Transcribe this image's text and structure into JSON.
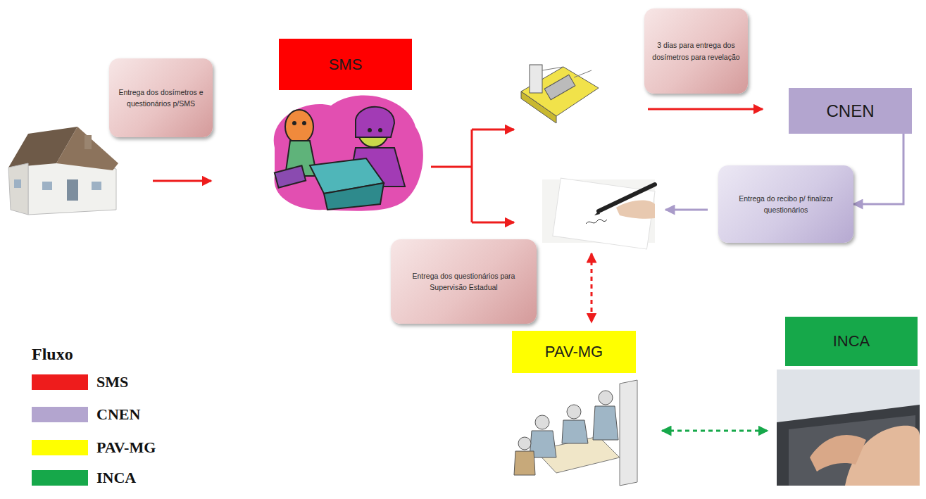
{
  "diagram": {
    "nodes": [
      {
        "text": [
          "Entrega dos dosímetros e questionários p/SMS"
        ]
      },
      {
        "text": [
          "SMS"
        ]
      },
      {
        "text": [
          "3 dias para entrega dos dosímetros para revelação"
        ]
      },
      {
        "text": [
          "CNEN"
        ]
      },
      {
        "text": [
          "Entrega do recibo p/ finalizar questionários"
        ]
      },
      {
        "text": [
          "Entrega dos questionários para Supervisão Estadual"
        ]
      },
      {
        "text": [
          "PAV-MG"
        ]
      },
      {
        "text": [
          "INCA"
        ]
      }
    ],
    "edges": [
      {
        "from": 3,
        "to": 4,
        "arrow": "to"
      }
    ],
    "labels": [
      "Fluxo"
    ],
    "legend": [
      {
        "text": "SMS",
        "color": "#ee1c1c"
      },
      {
        "text": "CNEN",
        "color": "#b3a5cf"
      },
      {
        "text": "PAV-MG",
        "color": "#ffff00"
      },
      {
        "text": "INCA",
        "color": "#16a84a"
      }
    ]
  }
}
